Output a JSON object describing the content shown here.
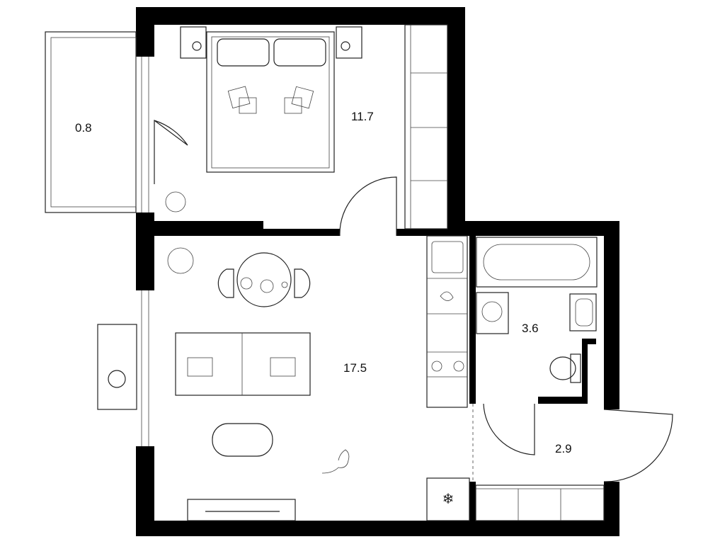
{
  "plan": {
    "rooms": [
      {
        "name": "balcony",
        "area": "0.8"
      },
      {
        "name": "bedroom",
        "area": "11.7"
      },
      {
        "name": "living-kitchen",
        "area": "17.5"
      },
      {
        "name": "bathroom",
        "area": "3.6"
      },
      {
        "name": "hallway",
        "area": "2.9"
      }
    ],
    "colors": {
      "wall": "#000000",
      "line": "#222222",
      "background": "#ffffff"
    }
  }
}
